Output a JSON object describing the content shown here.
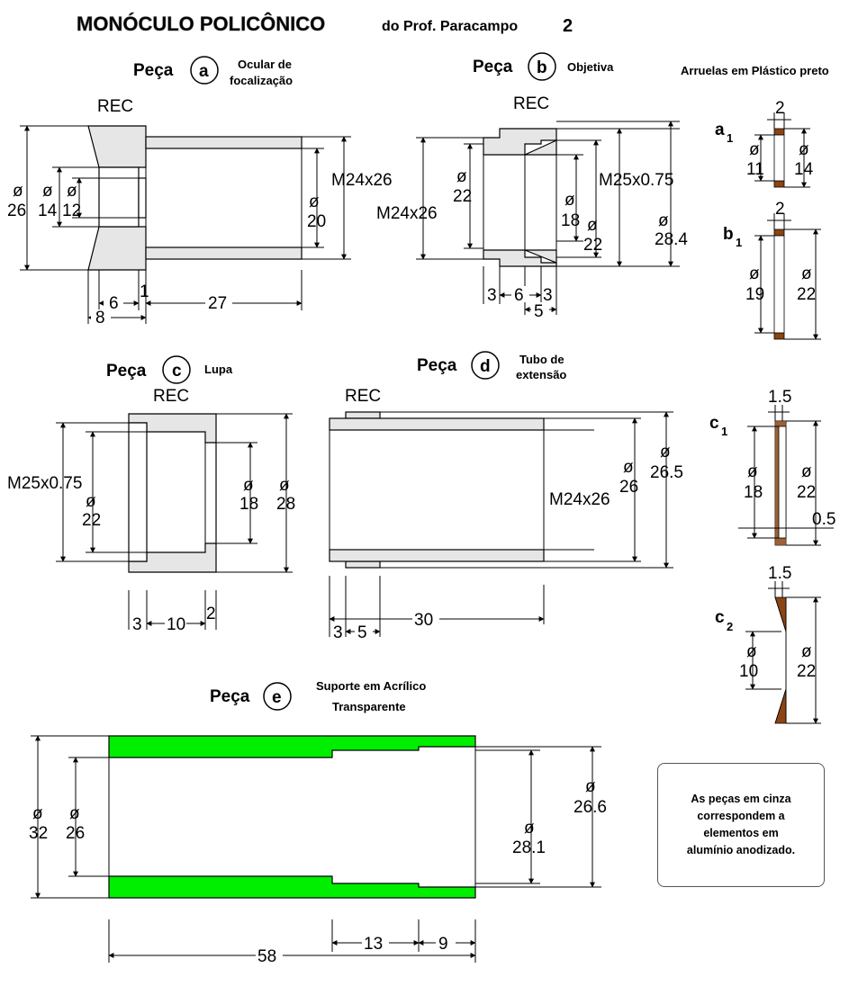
{
  "header": {
    "title": "MONÓCULO POLICÔNICO",
    "author": "do Prof. Paracampo",
    "sheet": "2"
  },
  "common": {
    "peca": "Peça",
    "rec": "REC",
    "phi": "ø"
  },
  "washers": {
    "title": "Arruelas em Plástico preto",
    "a1": {
      "sub": "a",
      "idx": "1",
      "w": "2",
      "d_in": "11",
      "d_out": "14"
    },
    "b1": {
      "sub": "b",
      "idx": "1",
      "w": "2",
      "d_in": "19",
      "d_out": "22"
    },
    "c1": {
      "sub": "c",
      "idx": "1",
      "w": "1.5",
      "d_in": "18",
      "d_out": "22",
      "t": "0.5"
    },
    "c2": {
      "sub": "c",
      "idx": "2",
      "w": "1.5",
      "d_in": "10",
      "d_out": "22"
    }
  },
  "piece_a": {
    "letter": "a",
    "desc1": "Ocular de",
    "desc2": "focalização",
    "d_outer": "26",
    "d_mid": "14",
    "d_in": "12",
    "thread": "M24x26",
    "d_bore": "20",
    "l6": "6",
    "l1": "1",
    "l27": "27",
    "l8": "8"
  },
  "piece_b": {
    "letter": "b",
    "desc": "Objetiva",
    "thread_in": "M24x26",
    "d22a": "22",
    "d18": "18",
    "d22b": "22",
    "thread_out": "M25x0.75",
    "d28_4": "28.4",
    "l3a": "3",
    "l6": "6",
    "l3b": "3",
    "l5": "5"
  },
  "piece_c": {
    "letter": "c",
    "desc": "Lupa",
    "thread": "M25x0.75",
    "d22": "22",
    "d18": "18",
    "d28": "28",
    "l3": "3",
    "l10": "10",
    "l2": "2"
  },
  "piece_d": {
    "letter": "d",
    "desc1": "Tubo de",
    "desc2": "extensão",
    "thread": "M24x26",
    "d26": "26",
    "d26_5": "26.5",
    "l3": "3",
    "l5": "5",
    "l30": "30"
  },
  "piece_e": {
    "letter": "e",
    "desc1": "Suporte em Acrílico",
    "desc2": "Transparente",
    "d32": "32",
    "d26": "26",
    "d28_1": "28.1",
    "d26_6": "26.6",
    "l13": "13",
    "l9": "9",
    "l58": "58"
  },
  "note": {
    "l1": "As peças em cinza",
    "l2": "correspondem a",
    "l3": "elementos em",
    "l4": "alumínio anodizado."
  },
  "colors": {
    "aluminum": "#e6e6e6",
    "acrylic": "#00ee00",
    "plastic": "#8b4513"
  }
}
